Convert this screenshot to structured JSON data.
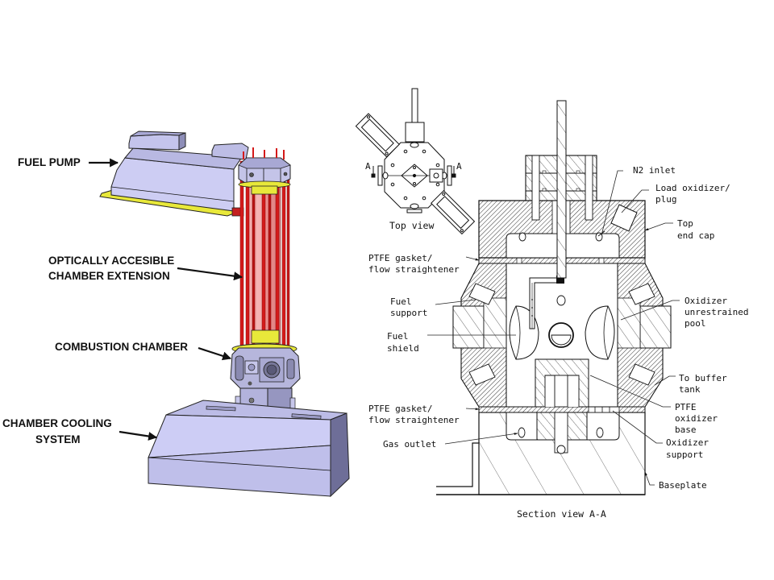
{
  "figure": {
    "left_panel": {
      "type": "3D CAD model",
      "labels": {
        "fuel_pump": "FUEL PUMP",
        "optical_extension_line1": "OPTICALLY ACCESIBLE",
        "optical_extension_line2": "CHAMBER EXTENSION",
        "combustion_chamber": "COMBUSTION CHAMBER",
        "cooling_line1": "CHAMBER COOLING",
        "cooling_line2": "SYSTEM"
      },
      "colors": {
        "housing": "#c9c9f0",
        "housing_dark": "#7a7aa0",
        "plate": "#e8e83a",
        "rods": "#d41a1a",
        "glass_tube": "#f2a0a0"
      }
    },
    "top_view": {
      "caption": "Top view",
      "section_mark_left": "A",
      "section_mark_right": "A"
    },
    "section_view": {
      "caption": "Section view A-A",
      "labels": {
        "n2_inlet": "N2 inlet",
        "load_oxidizer_line1": "Load oxidizer/",
        "load_oxidizer_line2": "plug",
        "top_end_cap_line1": "Top",
        "top_end_cap_line2": "end cap",
        "ptfe_gasket_top_line1": "PTFE gasket/",
        "ptfe_gasket_top_line2": "flow straightener",
        "fuel_support_line1": "Fuel",
        "fuel_support_line2": "support",
        "fuel_shield_line1": "Fuel",
        "fuel_shield_line2": "shield",
        "oxidizer_pool_line1": "Oxidizer",
        "oxidizer_pool_line2": "unrestrained",
        "oxidizer_pool_line3": "pool",
        "buffer_tank_line1": "To buffer",
        "buffer_tank_line2": "tank",
        "ptfe_oxidizer_base_line1": "PTFE",
        "ptfe_oxidizer_base_line2": "oxidizer",
        "ptfe_oxidizer_base_line3": "base",
        "ptfe_gasket_bottom_line1": "PTFE gasket/",
        "ptfe_gasket_bottom_line2": "flow straightener",
        "gas_outlet": "Gas outlet",
        "oxidizer_support_line1": "Oxidizer",
        "oxidizer_support_line2": "support",
        "baseplate": "Baseplate"
      }
    }
  }
}
